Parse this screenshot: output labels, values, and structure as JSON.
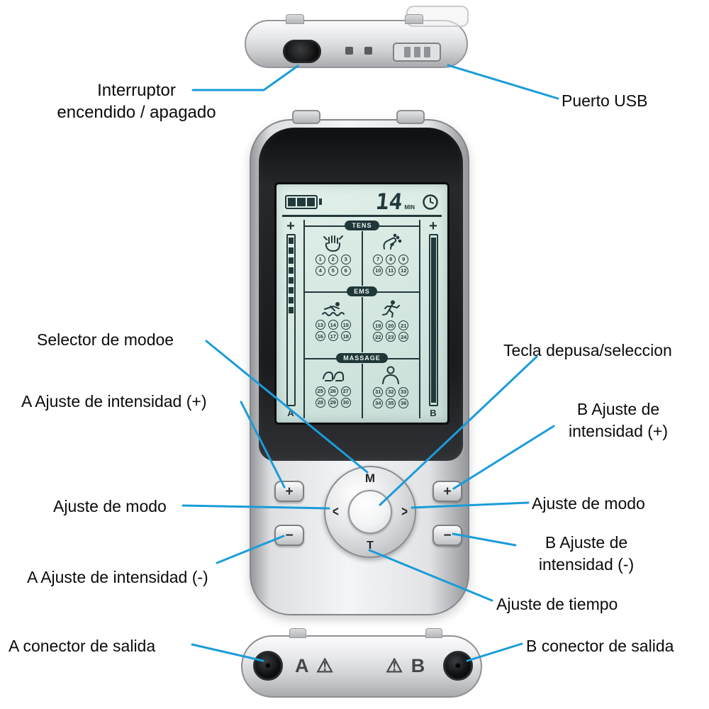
{
  "colors": {
    "callout_line": "#1b9cd9",
    "screen_bg": "#d8e9e2",
    "screen_ink": "#22393b",
    "banner_bg": "#203739"
  },
  "callouts": {
    "power": {
      "line1": "Interruptor",
      "line2": "encendido / apagado"
    },
    "usb": {
      "label": "Puerto USB"
    },
    "mode_selector": {
      "label": "Selector de modoe"
    },
    "select_key": {
      "label": "Tecla depusa/seleccion"
    },
    "a_plus": {
      "label": "A Ajuste de intensidad (+)"
    },
    "b_plus": {
      "line1": "B Ajuste de",
      "line2": "intensidad (+)"
    },
    "mode_left": {
      "label": "Ajuste de modo"
    },
    "mode_right": {
      "label": "Ajuste de modo"
    },
    "a_minus": {
      "label": "A Ajuste de intensidad (-)"
    },
    "b_minus": {
      "line1": "B Ajuste de",
      "line2": "intensidad (-)"
    },
    "time": {
      "label": "Ajuste de tiempo"
    },
    "a_out": {
      "label": "A conector de salida"
    },
    "b_out": {
      "label": "B conector de salida"
    }
  },
  "screen": {
    "timer_value": "14",
    "timer_unit": "MIN",
    "plus_left": "+",
    "plus_right": "+",
    "channel_a": "A",
    "channel_b": "B",
    "sections": [
      {
        "title": "TENS",
        "left": [
          "1",
          "2",
          "3",
          "4",
          "5",
          "6"
        ],
        "right": [
          "7",
          "8",
          "9",
          "10",
          "11",
          "12"
        ]
      },
      {
        "title": "EMS",
        "left": [
          "13",
          "14",
          "15",
          "16",
          "17",
          "18"
        ],
        "right": [
          "19",
          "20",
          "21",
          "22",
          "23",
          "24"
        ]
      },
      {
        "title": "MASSAGE",
        "left": [
          "25",
          "26",
          "27",
          "28",
          "29",
          "30"
        ],
        "right": [
          "31",
          "32",
          "33",
          "34",
          "35",
          "36"
        ]
      }
    ]
  },
  "keys": {
    "mode": "M",
    "time": "T",
    "prev": "<",
    "next": ">",
    "plus": "+",
    "minus": "−"
  },
  "bottom": {
    "a_label": "A ⚠",
    "b_label": "⚠ B"
  }
}
